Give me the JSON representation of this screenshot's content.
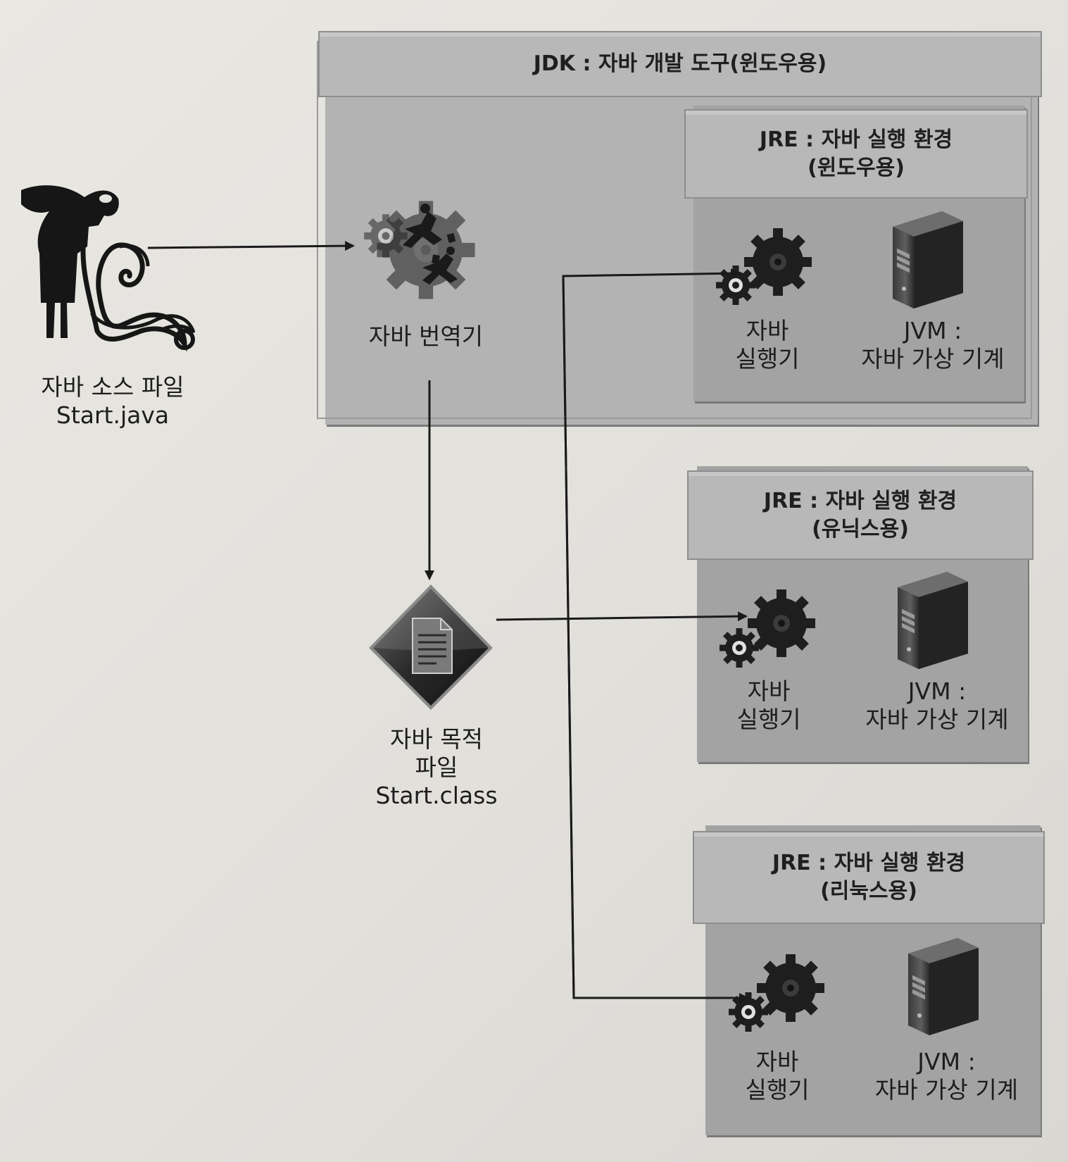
{
  "source_file": {
    "line1": "자바 소스 파일",
    "line2": "Start.java"
  },
  "jdk": {
    "title": "JDK : 자바 개발 도구(윈도우용)",
    "compiler_label": "자바 번역기"
  },
  "object_file": {
    "line1": "자바 목적",
    "line2": "파일",
    "line3": "Start.class"
  },
  "jre_boxes": [
    {
      "title_line1": "JRE : 자바 실행 환경",
      "title_line2": "(윈도우용)",
      "executor_line1": "자바",
      "executor_line2": "실행기",
      "jvm_line1": "JVM :",
      "jvm_line2": "자바 가상 기계"
    },
    {
      "title_line1": "JRE : 자바 실행 환경",
      "title_line2": "(유닉스용)",
      "executor_line1": "자바",
      "executor_line2": "실행기",
      "jvm_line1": "JVM :",
      "jvm_line2": "자바 가상 기계"
    },
    {
      "title_line1": "JRE : 자바 실행 환경",
      "title_line2": "(리눅스용)",
      "executor_line1": "자바",
      "executor_line2": "실행기",
      "jvm_line1": "JVM :",
      "jvm_line2": "자바 가상 기계"
    }
  ],
  "colors": {
    "panel": "#a3a3a3",
    "header": "#b8b8b8",
    "background": "#e6e4df",
    "ink": "#1a1a1a"
  }
}
